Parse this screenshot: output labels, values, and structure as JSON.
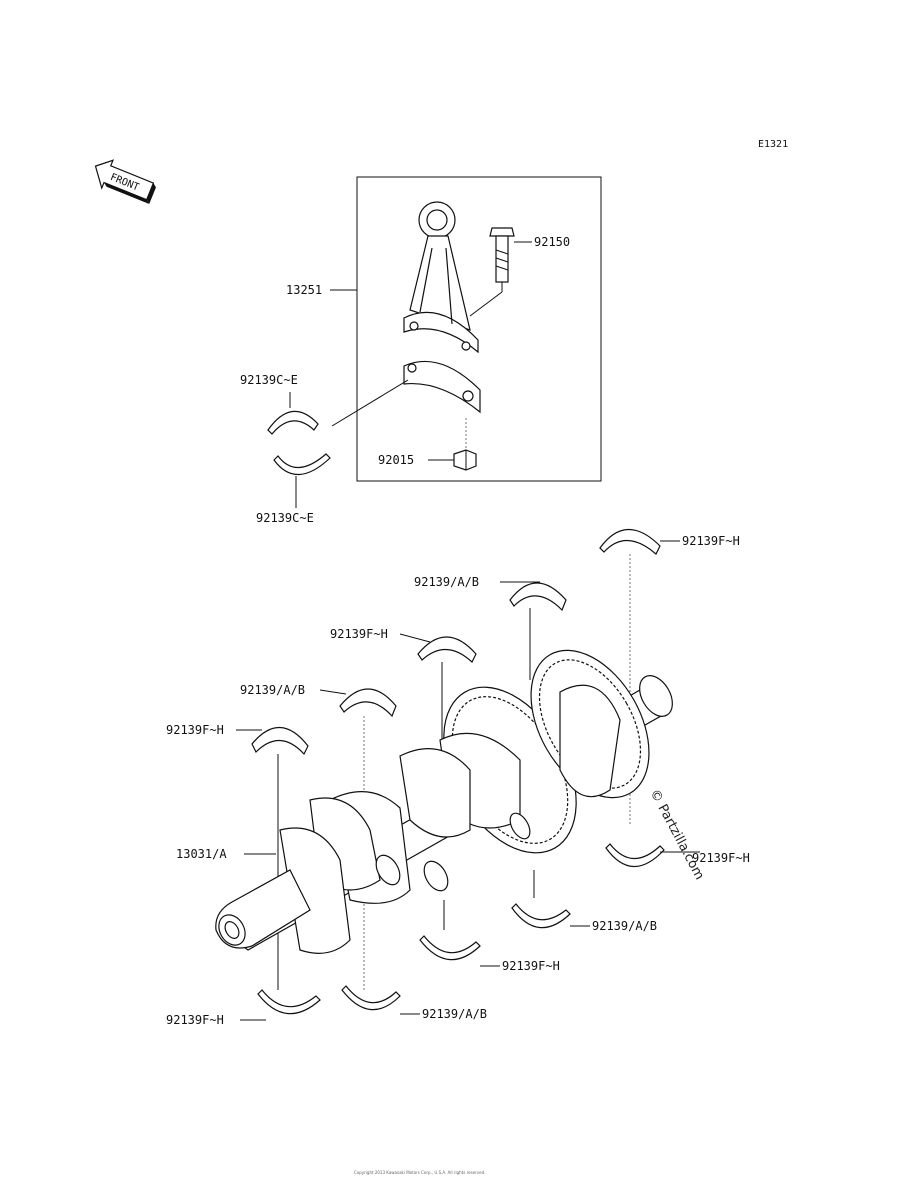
{
  "diagram_code": "E1321",
  "front_label": "FRONT",
  "parts": {
    "p13251": "13251",
    "p92150": "92150",
    "p92015": "92015",
    "p92139ce_top": "92139C~E",
    "p92139ce_bot": "92139C~E",
    "p92139fh_1": "92139F~H",
    "p92139ab_1": "92139/A/B",
    "p92139fh_2": "92139F~H",
    "p92139ab_2": "92139/A/B",
    "p92139fh_3": "92139F~H",
    "p13031a": "13031/A",
    "p92139fh_4": "92139F~H",
    "p92139ab_3": "92139/A/B",
    "p92139fh_5": "92139F~H",
    "p92139fh_6": "92139F~H",
    "p92139ab_4": "92139/A/B"
  },
  "watermark": "© Partzilla.com",
  "footer": "Copyright 2013 Kawasaki Motors Corp., U.S.A. All rights reserved."
}
